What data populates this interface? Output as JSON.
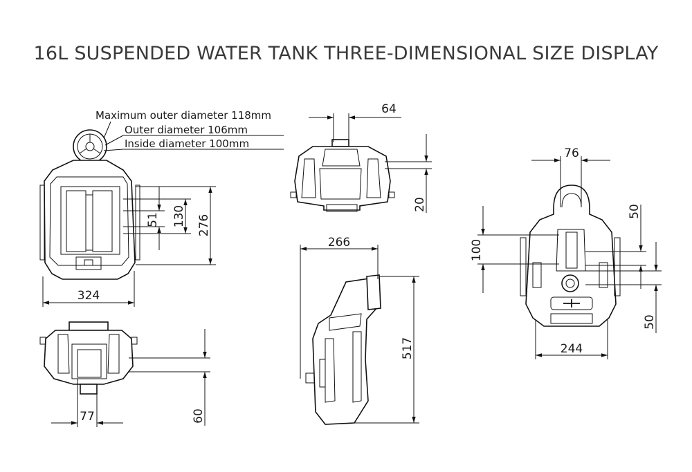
{
  "title": "16L SUSPENDED WATER TANK THREE-DIMENSIONAL SIZE DISPLAY",
  "notes": {
    "max_outer": "Maximum outer diameter 118mm",
    "outer": "Outer diameter 106mm",
    "inside": "Inside diameter 100mm"
  },
  "dims": {
    "front_width": "324",
    "front_height": "276",
    "front_inner": "130",
    "front_small": "51",
    "top_right_width": "64",
    "top_right_height": "20",
    "bottom_left_width": "77",
    "bottom_left_height": "60",
    "side_width": "266",
    "side_height": "517",
    "back_top": "76",
    "back_left": "100",
    "back_right_upper": "50",
    "back_right_lower": "50",
    "back_width": "244"
  }
}
